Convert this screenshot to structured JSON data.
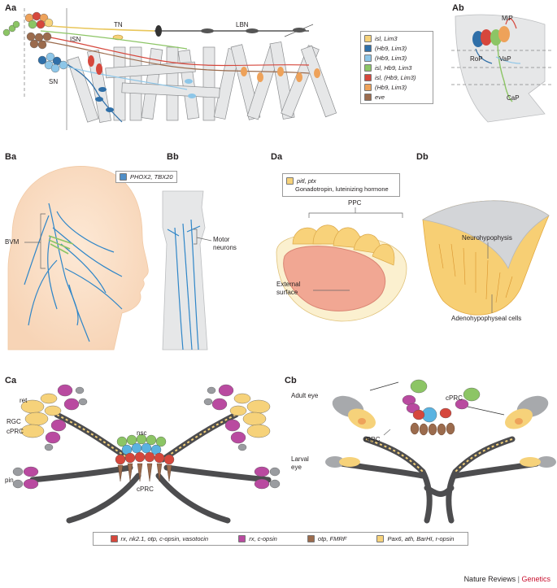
{
  "panels": {
    "Aa": "Aa",
    "Ab": "Ab",
    "Ba": "Ba",
    "Bb": "Bb",
    "Da": "Da",
    "Db": "Db",
    "Ca": "Ca",
    "Cb": "Cb"
  },
  "aa": {
    "tn": "TN",
    "lbn": "LBN",
    "isn": "ISN",
    "sn": "SN"
  },
  "legend_a": [
    {
      "text": "isl, Lim3",
      "color": "#f6d27a"
    },
    {
      "text": "(Hb9, Lim3)",
      "color": "#2f6fa8"
    },
    {
      "text": "(Hb9, Lim3)",
      "color": "#8dc6e8"
    },
    {
      "text": "isl, Hb9, Lim3",
      "color": "#8cc565"
    },
    {
      "text": "isl, (Hb9, Lim3)",
      "color": "#d6473c"
    },
    {
      "text": "(Hb9, Lim3)",
      "color": "#eea25a"
    },
    {
      "text": "eve",
      "color": "#9b6b4d"
    }
  ],
  "ab": {
    "mip": "MiP",
    "rop": "RoP",
    "vap": "VaP",
    "cap": "CaP"
  },
  "legend_b": {
    "text": "PHOX2, TBX20",
    "color": "#4f8fc8"
  },
  "ba": {
    "bvm": "BVM"
  },
  "bb": {
    "motor": "Motor neurons"
  },
  "legend_d": {
    "line1": "pitl, ptx",
    "line2": "Gonadotropin, luteinizing hormone",
    "color": "#f6d27a"
  },
  "da": {
    "ppc": "PPC",
    "ext": "External surface"
  },
  "db": {
    "neuro": "Neurohypophysis",
    "adeno": "Adenohypophyseal cells"
  },
  "ca": {
    "ret": "ret",
    "rgc": "RGC",
    "cprc": "cPRC",
    "nsc": "nsc",
    "pin": "pin",
    "cprc2": "cPRC"
  },
  "cb": {
    "adult": "Adult eye",
    "cprc": "cPRC",
    "rprc": "rPRC",
    "larval": "Larval eye"
  },
  "legend_c": [
    {
      "text": "rx, nk2.1, otp, c-opsin, vasotocin",
      "color": "#d6473c"
    },
    {
      "text": "rx, c-opsin",
      "color": "#b94aa0"
    },
    {
      "text": "otp, FMRF",
      "color": "#9b6b4d"
    },
    {
      "text": "Pax6, ath, BarHI, r-opsin",
      "color": "#f6d27a"
    }
  ],
  "footer": {
    "journal": "Nature Reviews",
    "section": "Genetics"
  }
}
